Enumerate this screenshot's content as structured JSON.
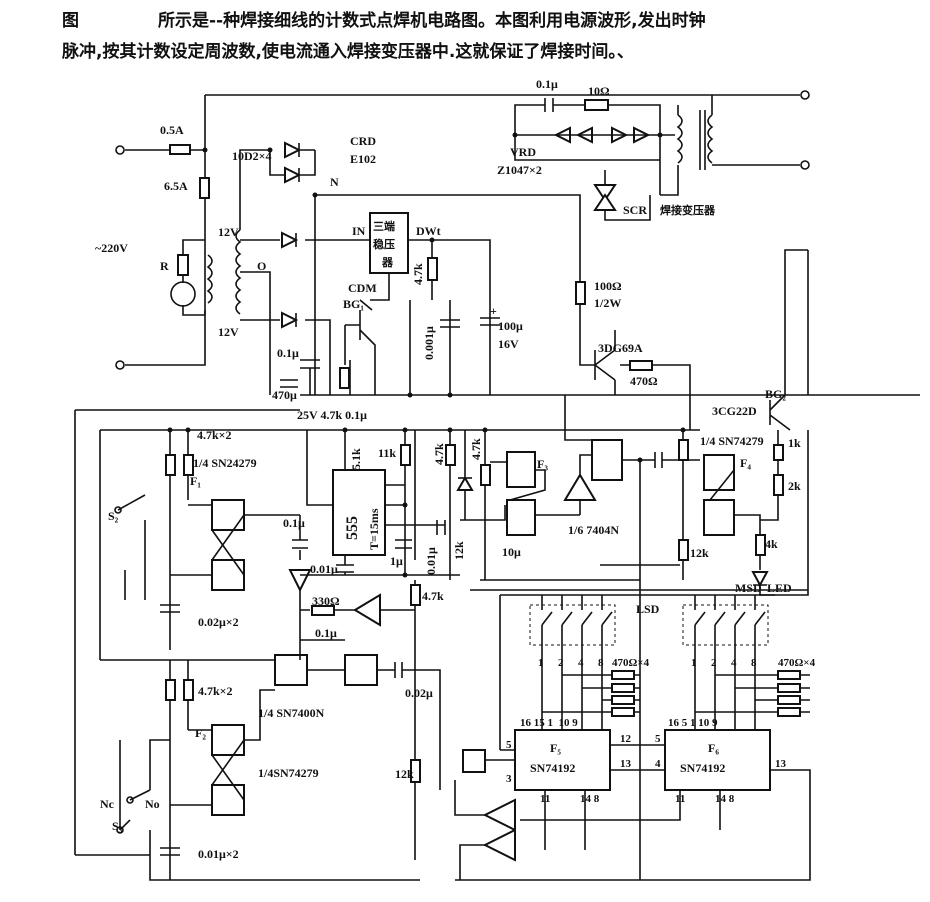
{
  "caption": {
    "fig": "图",
    "text_line1": "所示是--种焊接细线的计数式点焊机电路图。本图利用电源波形,发出时钟",
    "text_line2": "脉冲,按其计数设定周波数,使电流通入焊接变压器中.这就保证了焊接时间。、"
  },
  "labels": {
    "fuse1": "0.5A",
    "fuse2": "6.5A",
    "mains": "~220V",
    "r": "R",
    "diodes": "10D2×4",
    "crd": "CRD",
    "e102": "E102",
    "n": "N",
    "v12a": "12V",
    "o": "O",
    "v12b": "12V",
    "in": "IN",
    "reg1": "三端",
    "reg2": "稳压",
    "reg3": "器",
    "dwt": "DWt",
    "r47k_a": "4.7k",
    "cdm": "CDM",
    "bg1": "BG₁",
    "c0001": "0.001μ",
    "plus1": "+",
    "c100": "100μ",
    "v16": "16V",
    "c01_top": "0.1μ",
    "r10": "10Ω",
    "vrd": "VRD",
    "z1047": "Z1047×2",
    "scr": "SCR",
    "weld_tf": "焊接变压器",
    "r100": "100Ω",
    "w12": "1/2W",
    "t3dg": "3DG69A",
    "r470": "470Ω",
    "bg2": "BG₂",
    "t3cg": "3CG22D",
    "c01_b": "0.1μ",
    "c470": "470μ",
    "row25": "25V 4.7k 0.1μ",
    "r47kx2_a": "4.7k×2",
    "sn24279": "1/4 SN24279",
    "f1": "F₁",
    "s2": "S₂",
    "c01_c": "0.1μ",
    "r51k": "5.1k",
    "r11k": "11k",
    "t555": "555",
    "t15": "T=15ms",
    "c001_a": "0.01μ",
    "c1u": "1μ",
    "c001_b": "0.01μ",
    "r12k_a": "12k",
    "c10u": "10μ",
    "r47k_b": "4.7k",
    "r47k_c": "4.7k",
    "f3": "F₃",
    "inv7404": "1/6 7404N",
    "sn74279_a": "1/4 SN74279",
    "f4": "F₄",
    "r1k": "1k",
    "r2k": "2k",
    "r12k_b": "12k",
    "r4k": "4k",
    "led": "LED",
    "msd": "MSD",
    "lsd": "LSD",
    "c002x2": "0.02μ×2",
    "r330": "330Ω",
    "r47k_d": "4.7k",
    "c01_d": "0.1μ",
    "r47kx2_b": "4.7k×2",
    "sn7400": "1/4 SN7400N",
    "c002": "0.02μ",
    "f2": "F₂",
    "sn74279_b": "1/4SN74279",
    "r12k_c": "12k",
    "nc": "Nc",
    "no": "No",
    "s3": "S₃",
    "c001x2": "0.01μ×2",
    "lsd_1": "1",
    "lsd_2": "2",
    "lsd_4": "4",
    "lsd_8": "8",
    "r470x4_a": "470Ω×4",
    "msd_1": "1",
    "msd_2": "2",
    "msd_4": "4",
    "msd_8": "8",
    "r470x4_b": "470Ω×4"
  },
  "counters": [
    {
      "name": "F₅",
      "part": "SN74192",
      "top_pins": "16 15 1  10 9",
      "pin_l1": "5",
      "pin_l2": "3",
      "pin_r1": "12",
      "pin_r2": "13",
      "pin_b1": "11",
      "pin_b2": "14 8"
    },
    {
      "name": "F₆",
      "part": "SN74192",
      "top_pins": "16 5 1  10 9",
      "pin_l1": "5",
      "pin_l2": "4",
      "pin_r1": "",
      "pin_r2": "13",
      "pin_b1": "11",
      "pin_b2": "14  8"
    }
  ]
}
